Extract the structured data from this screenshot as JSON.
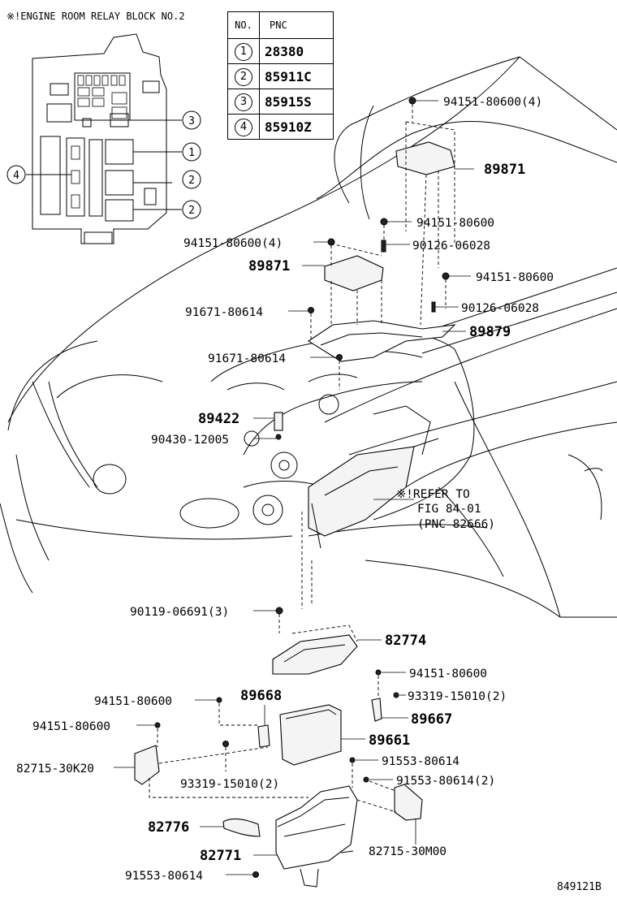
{
  "relay_block_title": "※!ENGINE ROOM RELAY BLOCK NO.2",
  "pnc_table": {
    "headers": [
      "NO.",
      "PNC"
    ],
    "rows": [
      {
        "no": "1",
        "pnc": "28380"
      },
      {
        "no": "2",
        "pnc": "85911C"
      },
      {
        "no": "3",
        "pnc": "85915S"
      },
      {
        "no": "4",
        "pnc": "85910Z"
      }
    ]
  },
  "callouts": {
    "c1": "1",
    "c2a": "2",
    "c2b": "2",
    "c3": "3",
    "c4": "4"
  },
  "labels": {
    "l94151_4_top": "94151-80600(4)",
    "l89871_top": "89871",
    "l94151_a": "94151-80600",
    "l94151_4_mid": "94151-80600(4)",
    "l90126_a": "90126-06028",
    "l89871_mid": "89871",
    "l94151_b": "94151-80600",
    "l91671_a": "91671-80614",
    "l90126_b": "90126-06028",
    "l89879": "89879",
    "l91671_b": "91671-80614",
    "l89422": "89422",
    "l90430": "90430-12005",
    "refer_1": "※!REFER TO",
    "refer_2": "FIG 84-01",
    "refer_3": "(PNC 82666)",
    "l90119": "90119-06691(3)",
    "l82774": "82774",
    "l94151_c": "94151-80600",
    "l94151_d": "94151-80600",
    "l89668": "89668",
    "l93319_a": "93319-15010(2)",
    "l94151_e": "94151-80600",
    "l89667": "89667",
    "l89661": "89661",
    "l82715_k20": "82715-30K20",
    "l91553_a": "91553-80614",
    "l93319_b": "93319-15010(2)",
    "l91553_b": "91553-80614(2)",
    "l82776": "82776",
    "l82771": "82771",
    "l82715_m00": "82715-30M00",
    "l91553_c": "91553-80614",
    "figure_id": "849121B"
  }
}
